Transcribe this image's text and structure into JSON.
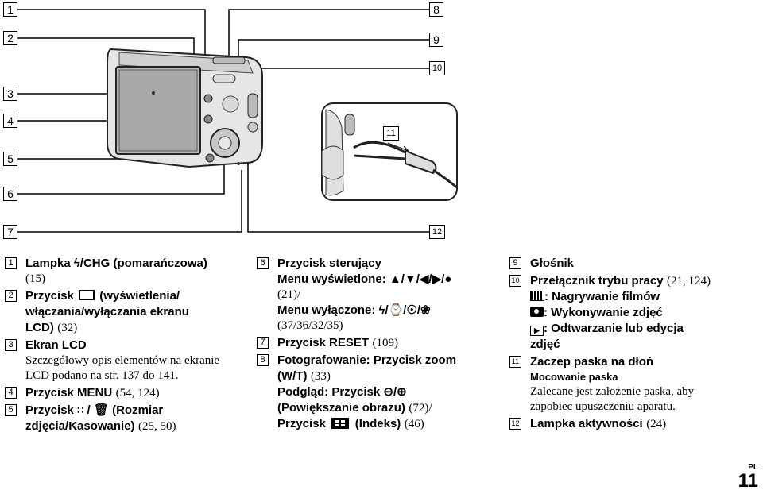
{
  "callouts": {
    "n1": "1",
    "n2": "2",
    "n3": "3",
    "n4": "4",
    "n5": "5",
    "n6": "6",
    "n7": "7",
    "n8": "8",
    "n9": "9",
    "n10": "10",
    "n11": "11",
    "n12": "12"
  },
  "items": {
    "i1": {
      "num": "1",
      "title": "Lampka ϟ/CHG (pomarańczowa)",
      "ref": "(15)"
    },
    "i2": {
      "num": "2",
      "title_a": "Przycisk",
      "title_b": "(wyświetlenia/",
      "title_c": "włączania/wyłączania ekranu",
      "title_d": "LCD)",
      "ref": "(32)"
    },
    "i3": {
      "num": "3",
      "title": "Ekran LCD",
      "desc1": "Szczegółowy opis elementów na ekranie",
      "desc2": "LCD podano na str. 137 do 141."
    },
    "i4": {
      "num": "4",
      "title": "Przycisk MENU",
      "ref": "(54, 124)"
    },
    "i5": {
      "num": "5",
      "title_a": "Przycisk",
      "title_b": "(Rozmiar",
      "title_c": "zdjęcia/Kasowanie)",
      "ref": "(25, 50)"
    },
    "i6": {
      "num": "6",
      "title": "Przycisk sterujący",
      "l2": "Menu wyświetlone: ▲/▼/◀/▶/●",
      "l3": "(21)/",
      "l4": "Menu wyłączone: ϟ/⌚/☉/❀",
      "l5": "(37/36/32/35)"
    },
    "i7": {
      "num": "7",
      "title": "Przycisk RESET",
      "ref": "(109)"
    },
    "i8": {
      "num": "8",
      "l1": "Fotografowanie: Przycisk zoom",
      "l2a": "(W/T)",
      "l2b": "(33)",
      "l3": "Podgląd: Przycisk ⊖/⊕",
      "l4a": "(Powiększanie obrazu)",
      "l4b": "(72)/",
      "l5a": "Przycisk",
      "l5b": "(Indeks)",
      "l5c": "(46)"
    },
    "i9": {
      "num": "9",
      "title": "Głośnik"
    },
    "i10": {
      "num": "10",
      "l1a": "Przełącznik trybu pracy",
      "l1b": "(21, 124)",
      "l2": ": Nagrywanie filmów",
      "l3": ": Wykonywanie zdjęć",
      "l4": ": Odtwarzanie lub edycja",
      "l5": "zdjęć"
    },
    "i11": {
      "num": "11",
      "title": "Zaczep paska na dłoń",
      "sub": "Mocowanie paska",
      "desc1": "Zalecane jest założenie paska, aby",
      "desc2": "zapobiec upuszczeniu aparatu."
    },
    "i12": {
      "num": "12",
      "title": "Lampka aktywności",
      "ref": "(24)"
    }
  },
  "footer": {
    "lang": "PL",
    "page": "11"
  }
}
